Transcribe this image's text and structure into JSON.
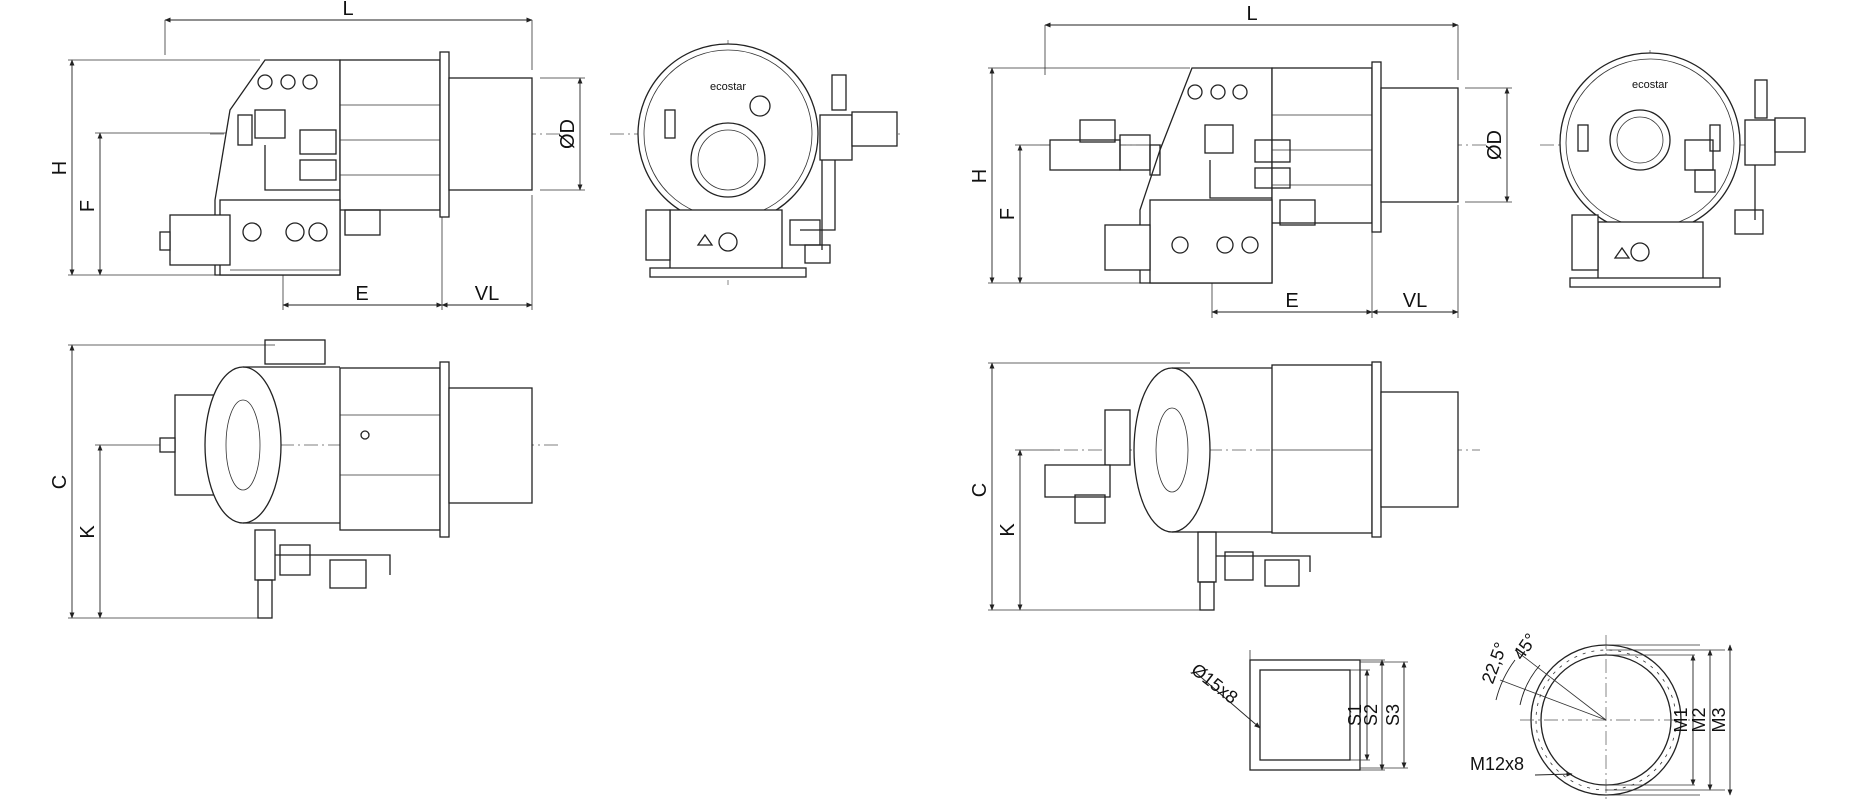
{
  "dimensions": {
    "length": "L",
    "height": "H",
    "flange_height": "F",
    "diameter": "ØD",
    "mount_distance": "E",
    "nozzle_length": "VL",
    "total_width": "C",
    "axis_offset": "K",
    "square_s1": "S1",
    "square_s2": "S2",
    "square_s3": "S3",
    "round_m1": "M1",
    "round_m2": "M2",
    "round_m3": "M3",
    "hole_square": "Ø15x8",
    "hole_round": "M12x8",
    "angle_small": "22,5°",
    "angle_large": "45°"
  },
  "brand": "ecostar"
}
